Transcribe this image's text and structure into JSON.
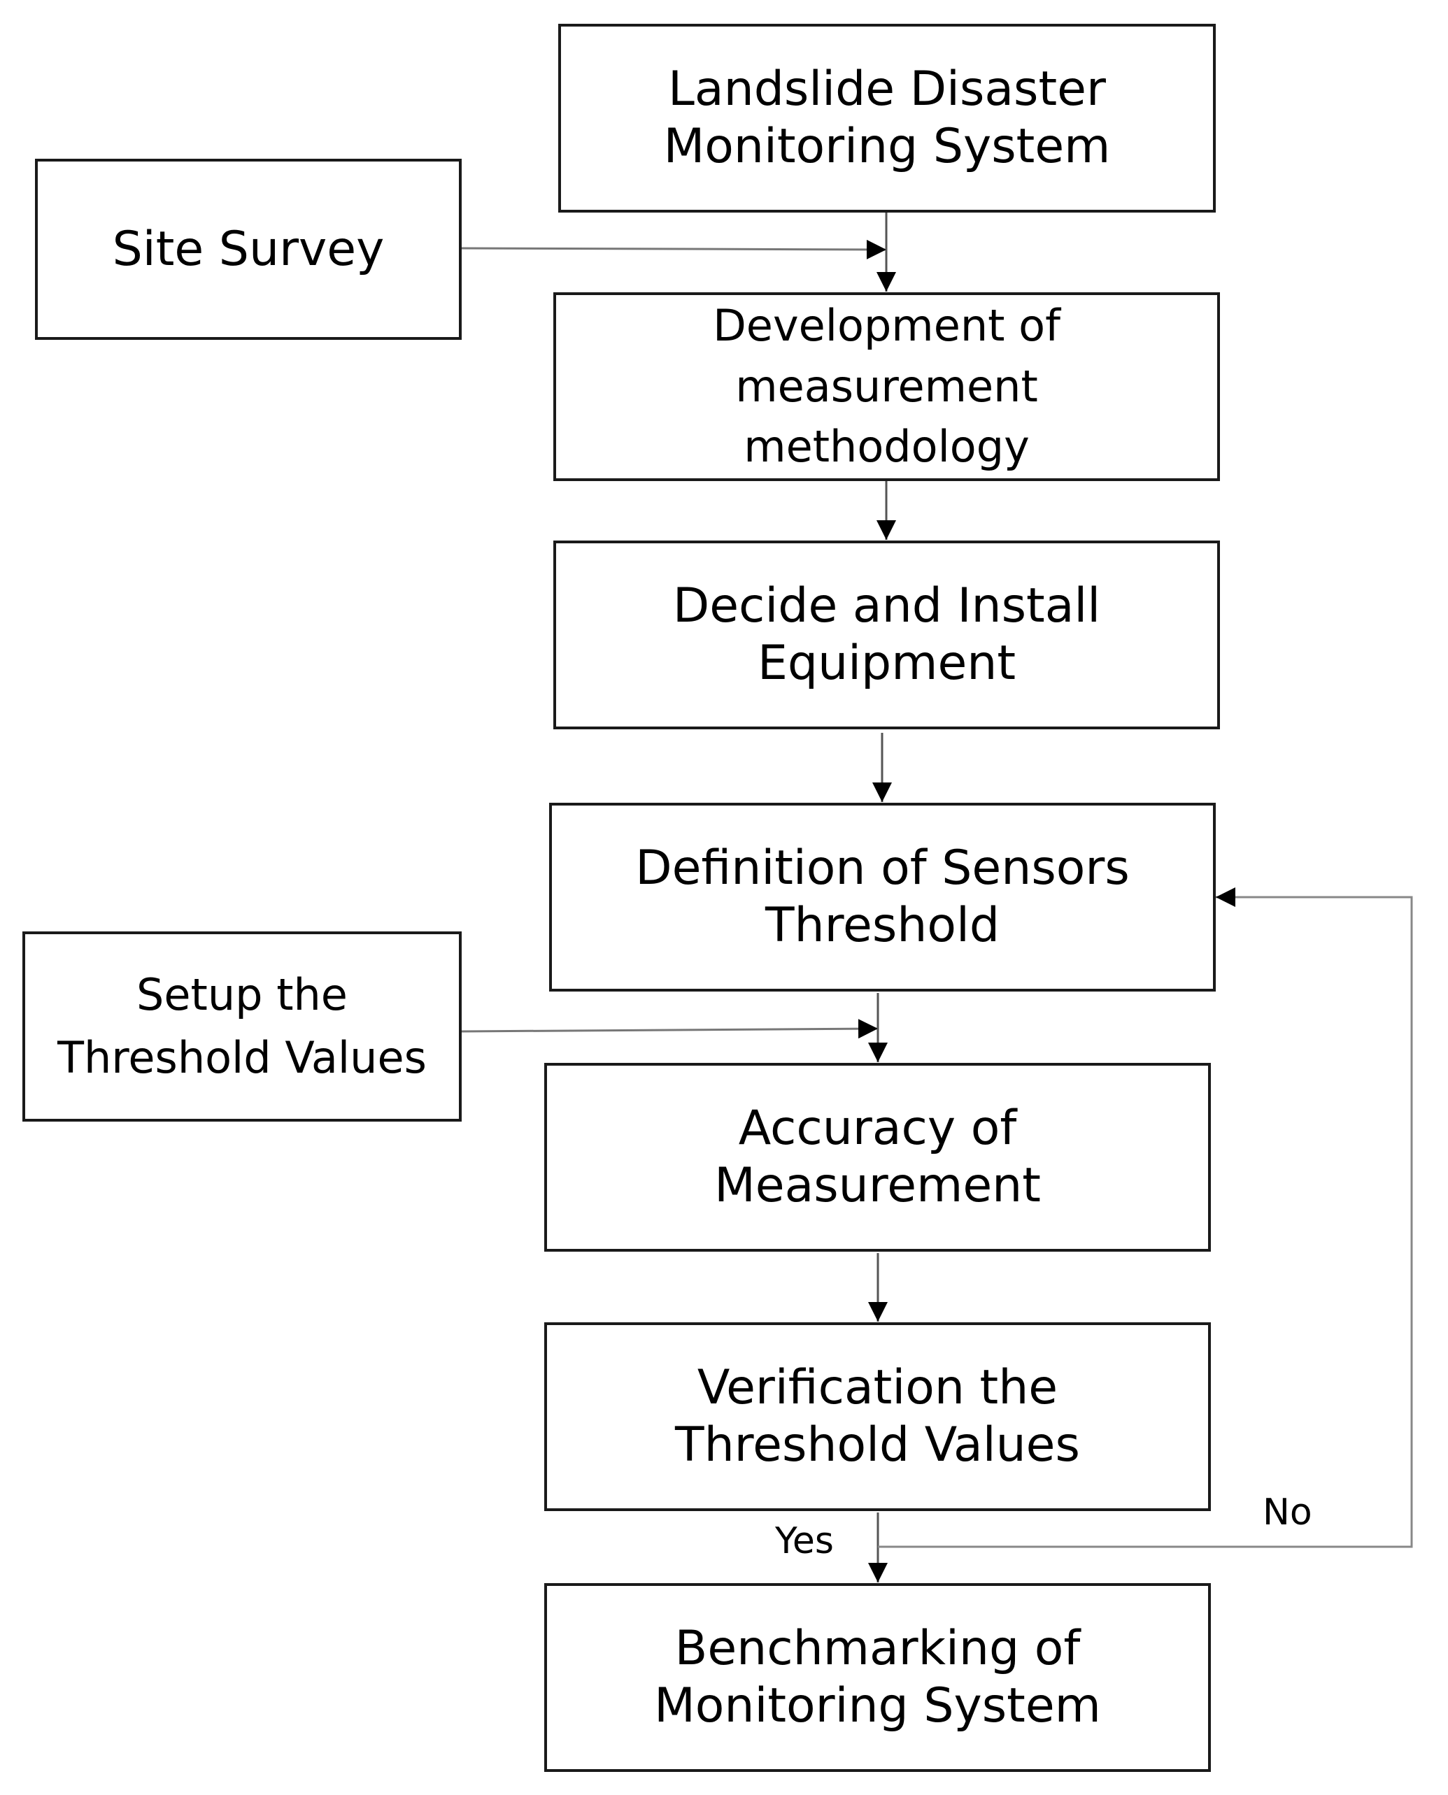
{
  "nodes": {
    "landslide": "Landslide Disaster\nMonitoring System",
    "site_survey": "Site Survey",
    "development": "Development of\nmeasurement\nmethodology",
    "decide_install": "Decide and Install\nEquipment",
    "definition": "Definition of Sensors\nThreshold",
    "setup_threshold": "Setup the\nThreshold Values",
    "accuracy": "Accuracy of\nMeasurement",
    "verification": "Verification the\nThreshold Values",
    "benchmarking": "Benchmarking of\nMonitoring System"
  },
  "edges": {
    "yes_label": "Yes",
    "no_label": "No"
  }
}
